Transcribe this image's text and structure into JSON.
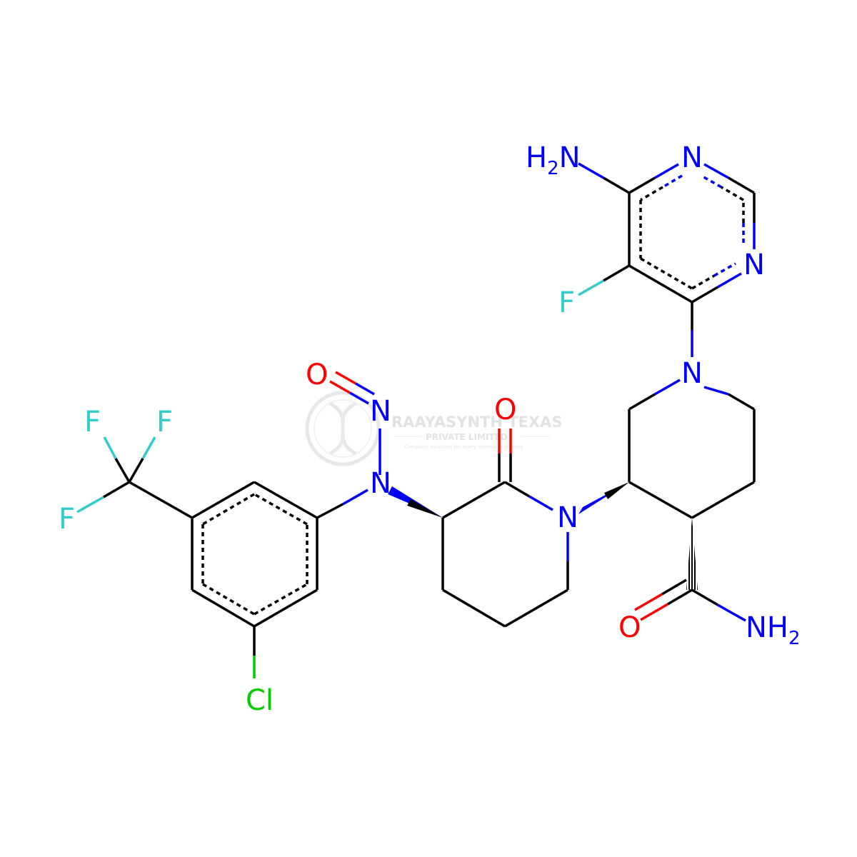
{
  "colors": {
    "bond": "#000000",
    "nitrogen": "#0000FF",
    "oxygen": "#FF0000",
    "fluorine": "#33CCCC",
    "chlorine": "#00CC00",
    "watermark": "#d0d0d0"
  },
  "watermark": {
    "title": "RAAYASYNTH TEXAS",
    "subtitle": "PRIVATE LIMITED",
    "tagline": "Complete solutions for every chemistry journey"
  },
  "atoms": {
    "nh2_top": {
      "symbol": "H",
      "sub": "2",
      "rest": "N"
    },
    "n_pyr_top": "N",
    "n_pyr_right": "N",
    "f_pyr": "F",
    "n_pip": "N",
    "o_amide": "O",
    "nh2_amide": {
      "main": "NH",
      "sub": "2"
    },
    "n_lactam": "N",
    "o_lactam": "O",
    "n_nitroso_upper": "N",
    "o_nitroso": "O",
    "n_amine": "N",
    "f1": "F",
    "f2": "F",
    "f3": "F",
    "cl": "Cl"
  }
}
